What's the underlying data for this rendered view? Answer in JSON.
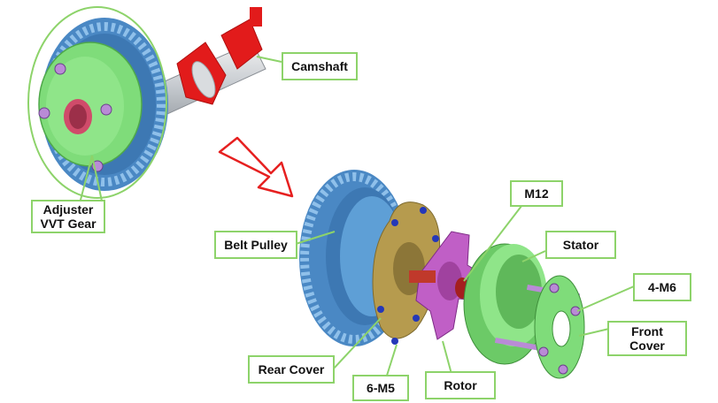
{
  "labels": {
    "camshaft": "Camshaft",
    "adjuster_vvt_gear": "Adjuster\nVVT Gear",
    "belt_pulley": "Belt Pulley",
    "m12": "M12",
    "stator": "Stator",
    "four_m6": "4-M6",
    "front_cover": "Front\nCover",
    "rear_cover": "Rear Cover",
    "six_m5": "6-M5",
    "rotor": "Rotor"
  },
  "colors": {
    "label_border": "#8dd36a",
    "leader_line": "#8dd36a",
    "gear_blue": "#5e9fd6",
    "cover_green": "#7fdc7a",
    "rear_cover_gold": "#b69b4e",
    "rotor_magenta": "#c05fc6",
    "camshaft_red": "#e21b1b",
    "arrow_red": "#e62020"
  }
}
